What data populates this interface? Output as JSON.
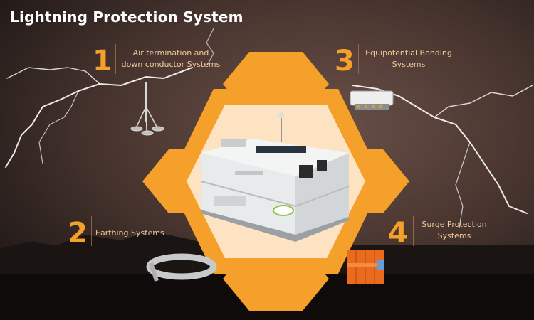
{
  "title": "Lightning Protection System",
  "accent_color": "#f5a02a",
  "label_color": "#f3c89a",
  "items": [
    {
      "number": "1",
      "label_line1": "Air termination and",
      "label_line2": "down conductor Systems",
      "icon": "air-terminal-mast-icon"
    },
    {
      "number": "2",
      "label_line1": "Earthing Systems",
      "label_line2": "",
      "icon": "earthing-strip-coil-icon"
    },
    {
      "number": "3",
      "label_line1": "Equipotential Bonding",
      "label_line2": "Systems",
      "icon": "bonding-bar-icon"
    },
    {
      "number": "4",
      "label_line1": "Surge Protection",
      "label_line2": "Systems",
      "icon": "surge-protector-icon"
    }
  ],
  "center_image": "building-cutaway-illustration"
}
